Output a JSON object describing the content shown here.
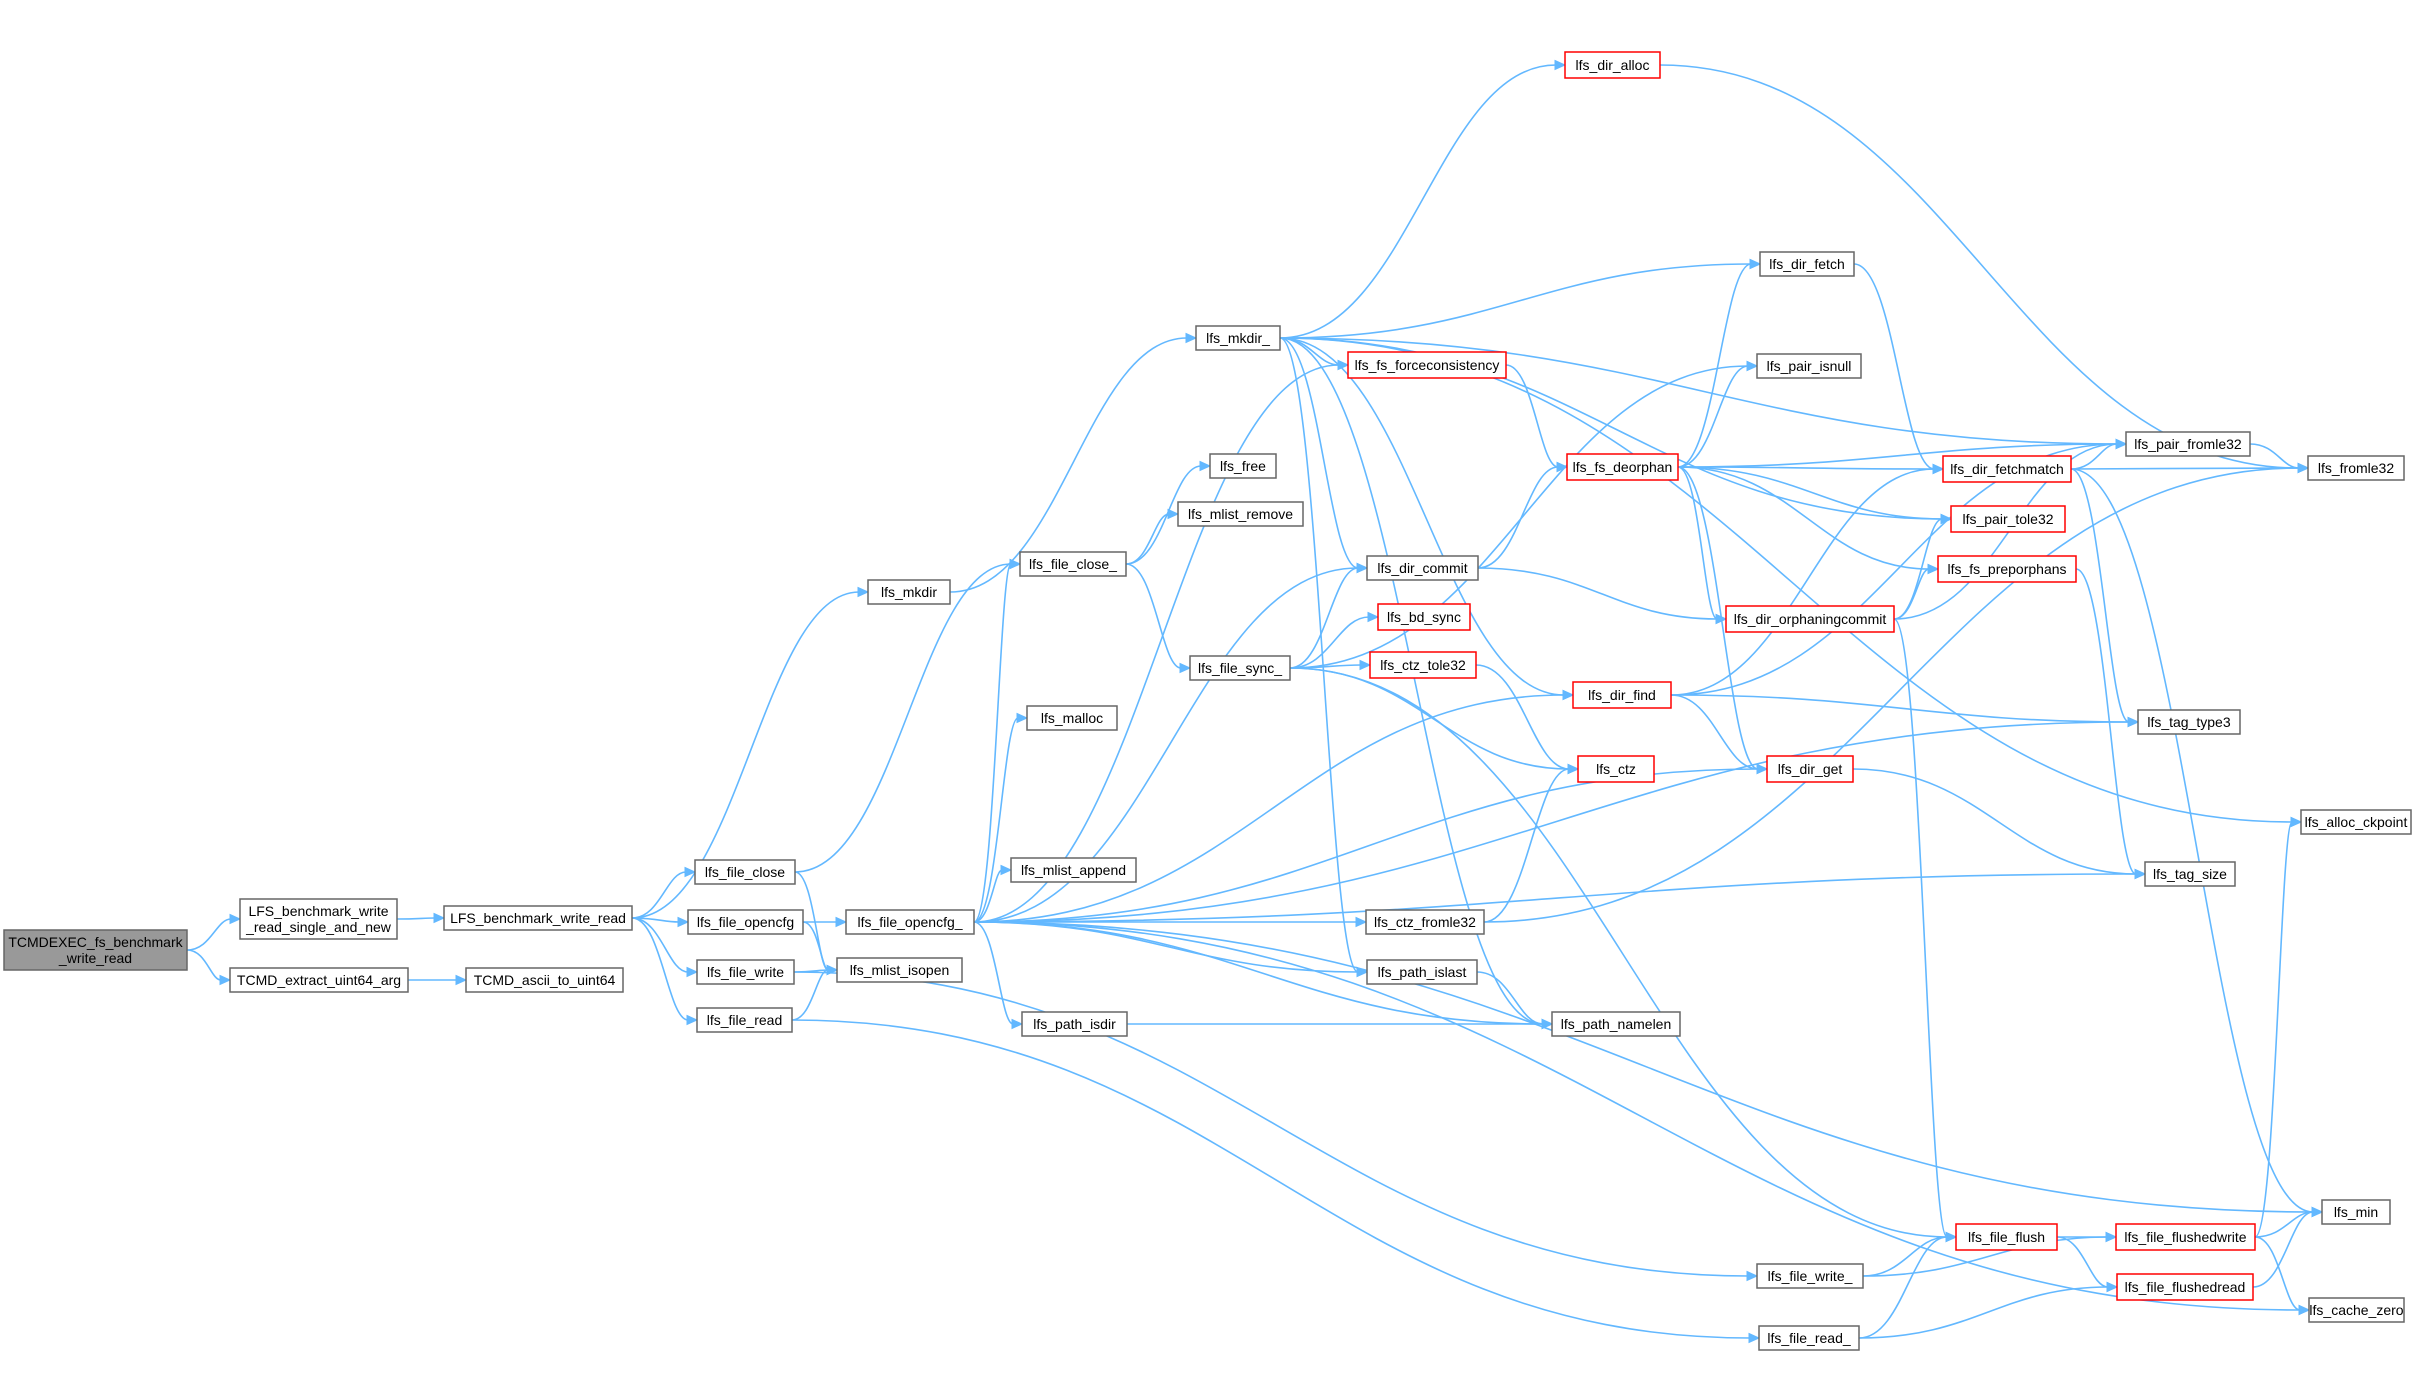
{
  "nodes": {
    "tcmdexec": {
      "lines": [
        "TCMDEXEC_fs_benchmark",
        "_write_read"
      ],
      "style": "root"
    },
    "lfs_bwr_single": {
      "lines": [
        "LFS_benchmark_write",
        "_read_single_and_new"
      ],
      "style": "normal"
    },
    "tcmd_extract": {
      "lines": [
        "TCMD_extract_uint64_arg"
      ],
      "style": "normal"
    },
    "tcmd_ascii": {
      "lines": [
        "TCMD_ascii_to_uint64"
      ],
      "style": "normal"
    },
    "lfs_bwr": {
      "lines": [
        "LFS_benchmark_write_read"
      ],
      "style": "normal"
    },
    "lfs_mkdir": {
      "lines": [
        "lfs_mkdir"
      ],
      "style": "normal"
    },
    "lfs_file_close": {
      "lines": [
        "lfs_file_close"
      ],
      "style": "normal"
    },
    "lfs_file_opencfg": {
      "lines": [
        "lfs_file_opencfg"
      ],
      "style": "normal"
    },
    "lfs_file_write": {
      "lines": [
        "lfs_file_write"
      ],
      "style": "normal"
    },
    "lfs_file_read": {
      "lines": [
        "lfs_file_read"
      ],
      "style": "normal"
    },
    "lfs_mlist_isopen": {
      "lines": [
        "lfs_mlist_isopen"
      ],
      "style": "normal"
    },
    "lfs_file_opencfg_": {
      "lines": [
        "lfs_file_opencfg_"
      ],
      "style": "normal"
    },
    "lfs_mkdir_": {
      "lines": [
        "lfs_mkdir_"
      ],
      "style": "normal"
    },
    "lfs_file_close_": {
      "lines": [
        "lfs_file_close_"
      ],
      "style": "normal"
    },
    "lfs_free": {
      "lines": [
        "lfs_free"
      ],
      "style": "normal"
    },
    "lfs_mlist_remove": {
      "lines": [
        "lfs_mlist_remove"
      ],
      "style": "normal"
    },
    "lfs_file_sync_": {
      "lines": [
        "lfs_file_sync_"
      ],
      "style": "normal"
    },
    "lfs_malloc": {
      "lines": [
        "lfs_malloc"
      ],
      "style": "normal"
    },
    "lfs_mlist_append": {
      "lines": [
        "lfs_mlist_append"
      ],
      "style": "normal"
    },
    "lfs_path_isdir": {
      "lines": [
        "lfs_path_isdir"
      ],
      "style": "normal"
    },
    "lfs_dir_alloc": {
      "lines": [
        "lfs_dir_alloc"
      ],
      "style": "red"
    },
    "lfs_fs_forceconsistency": {
      "lines": [
        "lfs_fs_forceconsistency"
      ],
      "style": "red"
    },
    "lfs_dir_commit": {
      "lines": [
        "lfs_dir_commit"
      ],
      "style": "normal"
    },
    "lfs_bd_sync": {
      "lines": [
        "lfs_bd_sync"
      ],
      "style": "red"
    },
    "lfs_ctz_tole32": {
      "lines": [
        "lfs_ctz_tole32"
      ],
      "style": "red"
    },
    "lfs_ctz_fromle32": {
      "lines": [
        "lfs_ctz_fromle32"
      ],
      "style": "normal"
    },
    "lfs_path_islast": {
      "lines": [
        "lfs_path_islast"
      ],
      "style": "normal"
    },
    "lfs_fs_deorphan": {
      "lines": [
        "lfs_fs_deorphan"
      ],
      "style": "red"
    },
    "lfs_dir_find": {
      "lines": [
        "lfs_dir_find"
      ],
      "style": "red"
    },
    "lfs_ctz": {
      "lines": [
        "lfs_ctz"
      ],
      "style": "red"
    },
    "lfs_path_namelen": {
      "lines": [
        "lfs_path_namelen"
      ],
      "style": "normal"
    },
    "lfs_dir_fetch": {
      "lines": [
        "lfs_dir_fetch"
      ],
      "style": "normal"
    },
    "lfs_pair_isnull": {
      "lines": [
        "lfs_pair_isnull"
      ],
      "style": "normal"
    },
    "lfs_dir_orphaningcommit": {
      "lines": [
        "lfs_dir_orphaningcommit"
      ],
      "style": "red"
    },
    "lfs_dir_get": {
      "lines": [
        "lfs_dir_get"
      ],
      "style": "red"
    },
    "lfs_dir_fetchmatch": {
      "lines": [
        "lfs_dir_fetchmatch"
      ],
      "style": "red"
    },
    "lfs_pair_tole32": {
      "lines": [
        "lfs_pair_tole32"
      ],
      "style": "red"
    },
    "lfs_fs_preporphans": {
      "lines": [
        "lfs_fs_preporphans"
      ],
      "style": "red"
    },
    "lfs_file_flush": {
      "lines": [
        "lfs_file_flush"
      ],
      "style": "red"
    },
    "lfs_file_write_": {
      "lines": [
        "lfs_file_write_"
      ],
      "style": "normal"
    },
    "lfs_file_read_": {
      "lines": [
        "lfs_file_read_"
      ],
      "style": "normal"
    },
    "lfs_file_flushedwrite": {
      "lines": [
        "lfs_file_flushedwrite"
      ],
      "style": "red"
    },
    "lfs_file_flushedread": {
      "lines": [
        "lfs_file_flushedread"
      ],
      "style": "red"
    },
    "lfs_pair_fromle32": {
      "lines": [
        "lfs_pair_fromle32"
      ],
      "style": "normal"
    },
    "lfs_fromle32": {
      "lines": [
        "lfs_fromle32"
      ],
      "style": "normal"
    },
    "lfs_tag_type3": {
      "lines": [
        "lfs_tag_type3"
      ],
      "style": "normal"
    },
    "lfs_alloc_ckpoint": {
      "lines": [
        "lfs_alloc_ckpoint"
      ],
      "style": "normal"
    },
    "lfs_tag_size": {
      "lines": [
        "lfs_tag_size"
      ],
      "style": "normal"
    },
    "lfs_min": {
      "lines": [
        "lfs_min"
      ],
      "style": "normal"
    },
    "lfs_cache_zero": {
      "lines": [
        "lfs_cache_zero"
      ],
      "style": "normal"
    }
  },
  "edges": [
    [
      "tcmdexec",
      "lfs_bwr_single"
    ],
    [
      "tcmdexec",
      "tcmd_extract"
    ],
    [
      "tcmd_extract",
      "tcmd_ascii"
    ],
    [
      "lfs_bwr_single",
      "lfs_bwr"
    ],
    [
      "lfs_bwr",
      "lfs_mkdir"
    ],
    [
      "lfs_bwr",
      "lfs_file_close"
    ],
    [
      "lfs_bwr",
      "lfs_file_opencfg"
    ],
    [
      "lfs_bwr",
      "lfs_file_write"
    ],
    [
      "lfs_bwr",
      "lfs_file_read"
    ],
    [
      "lfs_mkdir",
      "lfs_mkdir_"
    ],
    [
      "lfs_file_close",
      "lfs_file_close_"
    ],
    [
      "lfs_file_close",
      "lfs_mlist_isopen"
    ],
    [
      "lfs_file_opencfg",
      "lfs_file_opencfg_"
    ],
    [
      "lfs_file_opencfg",
      "lfs_mlist_isopen"
    ],
    [
      "lfs_file_write",
      "lfs_mlist_isopen"
    ],
    [
      "lfs_file_write",
      "lfs_file_write_"
    ],
    [
      "lfs_file_read",
      "lfs_mlist_isopen"
    ],
    [
      "lfs_file_read",
      "lfs_file_read_"
    ],
    [
      "lfs_file_opencfg_",
      "lfs_file_close_"
    ],
    [
      "lfs_file_opencfg_",
      "lfs_malloc"
    ],
    [
      "lfs_file_opencfg_",
      "lfs_mlist_append"
    ],
    [
      "lfs_file_opencfg_",
      "lfs_path_isdir"
    ],
    [
      "lfs_file_opencfg_",
      "lfs_fs_forceconsistency"
    ],
    [
      "lfs_file_opencfg_",
      "lfs_dir_commit"
    ],
    [
      "lfs_file_opencfg_",
      "lfs_dir_find"
    ],
    [
      "lfs_file_opencfg_",
      "lfs_tag_type3"
    ],
    [
      "lfs_file_opencfg_",
      "lfs_ctz_fromle32"
    ],
    [
      "lfs_file_opencfg_",
      "lfs_path_islast"
    ],
    [
      "lfs_file_opencfg_",
      "lfs_path_namelen"
    ],
    [
      "lfs_file_opencfg_",
      "lfs_dir_get"
    ],
    [
      "lfs_file_opencfg_",
      "lfs_tag_size"
    ],
    [
      "lfs_file_opencfg_",
      "lfs_min"
    ],
    [
      "lfs_file_opencfg_",
      "lfs_cache_zero"
    ],
    [
      "lfs_file_close_",
      "lfs_free"
    ],
    [
      "lfs_file_close_",
      "lfs_mlist_remove"
    ],
    [
      "lfs_file_close_",
      "lfs_file_sync_"
    ],
    [
      "lfs_file_sync_",
      "lfs_dir_commit"
    ],
    [
      "lfs_file_sync_",
      "lfs_bd_sync"
    ],
    [
      "lfs_file_sync_",
      "lfs_ctz_tole32"
    ],
    [
      "lfs_file_sync_",
      "lfs_ctz"
    ],
    [
      "lfs_file_sync_",
      "lfs_pair_isnull"
    ],
    [
      "lfs_file_sync_",
      "lfs_file_flush"
    ],
    [
      "lfs_mkdir_",
      "lfs_dir_alloc"
    ],
    [
      "lfs_mkdir_",
      "lfs_fs_forceconsistency"
    ],
    [
      "lfs_mkdir_",
      "lfs_dir_commit"
    ],
    [
      "lfs_mkdir_",
      "lfs_dir_fetch"
    ],
    [
      "lfs_mkdir_",
      "lfs_dir_find"
    ],
    [
      "lfs_mkdir_",
      "lfs_path_namelen"
    ],
    [
      "lfs_mkdir_",
      "lfs_path_islast"
    ],
    [
      "lfs_mkdir_",
      "lfs_pair_fromle32"
    ],
    [
      "lfs_mkdir_",
      "lfs_pair_tole32"
    ],
    [
      "lfs_mkdir_",
      "lfs_alloc_ckpoint"
    ],
    [
      "lfs_dir_alloc",
      "lfs_fromle32"
    ],
    [
      "lfs_fs_forceconsistency",
      "lfs_fs_deorphan"
    ],
    [
      "lfs_dir_commit",
      "lfs_dir_orphaningcommit"
    ],
    [
      "lfs_dir_commit",
      "lfs_fs_deorphan"
    ],
    [
      "lfs_ctz_tole32",
      "lfs_ctz"
    ],
    [
      "lfs_ctz_fromle32",
      "lfs_ctz"
    ],
    [
      "lfs_ctz_fromle32",
      "lfs_fromle32"
    ],
    [
      "lfs_path_islast",
      "lfs_path_namelen"
    ],
    [
      "lfs_path_isdir",
      "lfs_path_namelen"
    ],
    [
      "lfs_fs_deorphan",
      "lfs_dir_fetch"
    ],
    [
      "lfs_fs_deorphan",
      "lfs_pair_isnull"
    ],
    [
      "lfs_fs_deorphan",
      "lfs_dir_fetchmatch"
    ],
    [
      "lfs_fs_deorphan",
      "lfs_pair_fromle32"
    ],
    [
      "lfs_fs_deorphan",
      "lfs_pair_tole32"
    ],
    [
      "lfs_fs_deorphan",
      "lfs_fs_preporphans"
    ],
    [
      "lfs_fs_deorphan",
      "lfs_dir_orphaningcommit"
    ],
    [
      "lfs_fs_deorphan",
      "lfs_dir_get"
    ],
    [
      "lfs_dir_find",
      "lfs_dir_fetchmatch"
    ],
    [
      "lfs_dir_find",
      "lfs_tag_type3"
    ],
    [
      "lfs_dir_find",
      "lfs_dir_get"
    ],
    [
      "lfs_dir_find",
      "lfs_pair_fromle32"
    ],
    [
      "lfs_dir_fetch",
      "lfs_dir_fetchmatch"
    ],
    [
      "lfs_dir_orphaningcommit",
      "lfs_pair_tole32"
    ],
    [
      "lfs_dir_orphaningcommit",
      "lfs_fs_preporphans"
    ],
    [
      "lfs_dir_orphaningcommit",
      "lfs_pair_fromle32"
    ],
    [
      "lfs_dir_orphaningcommit",
      "lfs_file_flush"
    ],
    [
      "lfs_dir_get",
      "lfs_tag_size"
    ],
    [
      "lfs_dir_fetchmatch",
      "lfs_pair_fromle32"
    ],
    [
      "lfs_dir_fetchmatch",
      "lfs_fromle32"
    ],
    [
      "lfs_dir_fetchmatch",
      "lfs_tag_type3"
    ],
    [
      "lfs_dir_fetchmatch",
      "lfs_min"
    ],
    [
      "lfs_fs_preporphans",
      "lfs_tag_size"
    ],
    [
      "lfs_pair_fromle32",
      "lfs_fromle32"
    ],
    [
      "lfs_file_write_",
      "lfs_file_flush"
    ],
    [
      "lfs_file_write_",
      "lfs_file_flushedwrite"
    ],
    [
      "lfs_file_read_",
      "lfs_file_flush"
    ],
    [
      "lfs_file_read_",
      "lfs_file_flushedread"
    ],
    [
      "lfs_file_flush",
      "lfs_file_flushedwrite"
    ],
    [
      "lfs_file_flush",
      "lfs_file_flushedread"
    ],
    [
      "lfs_file_flushedwrite",
      "lfs_min"
    ],
    [
      "lfs_file_flushedwrite",
      "lfs_alloc_ckpoint"
    ],
    [
      "lfs_file_flushedwrite",
      "lfs_cache_zero"
    ],
    [
      "lfs_file_flushedread",
      "lfs_min"
    ]
  ],
  "colors": {
    "edge": "#63b8ff",
    "node_border": "#666666",
    "red_border": "#ff0000",
    "root_fill": "#999999"
  }
}
